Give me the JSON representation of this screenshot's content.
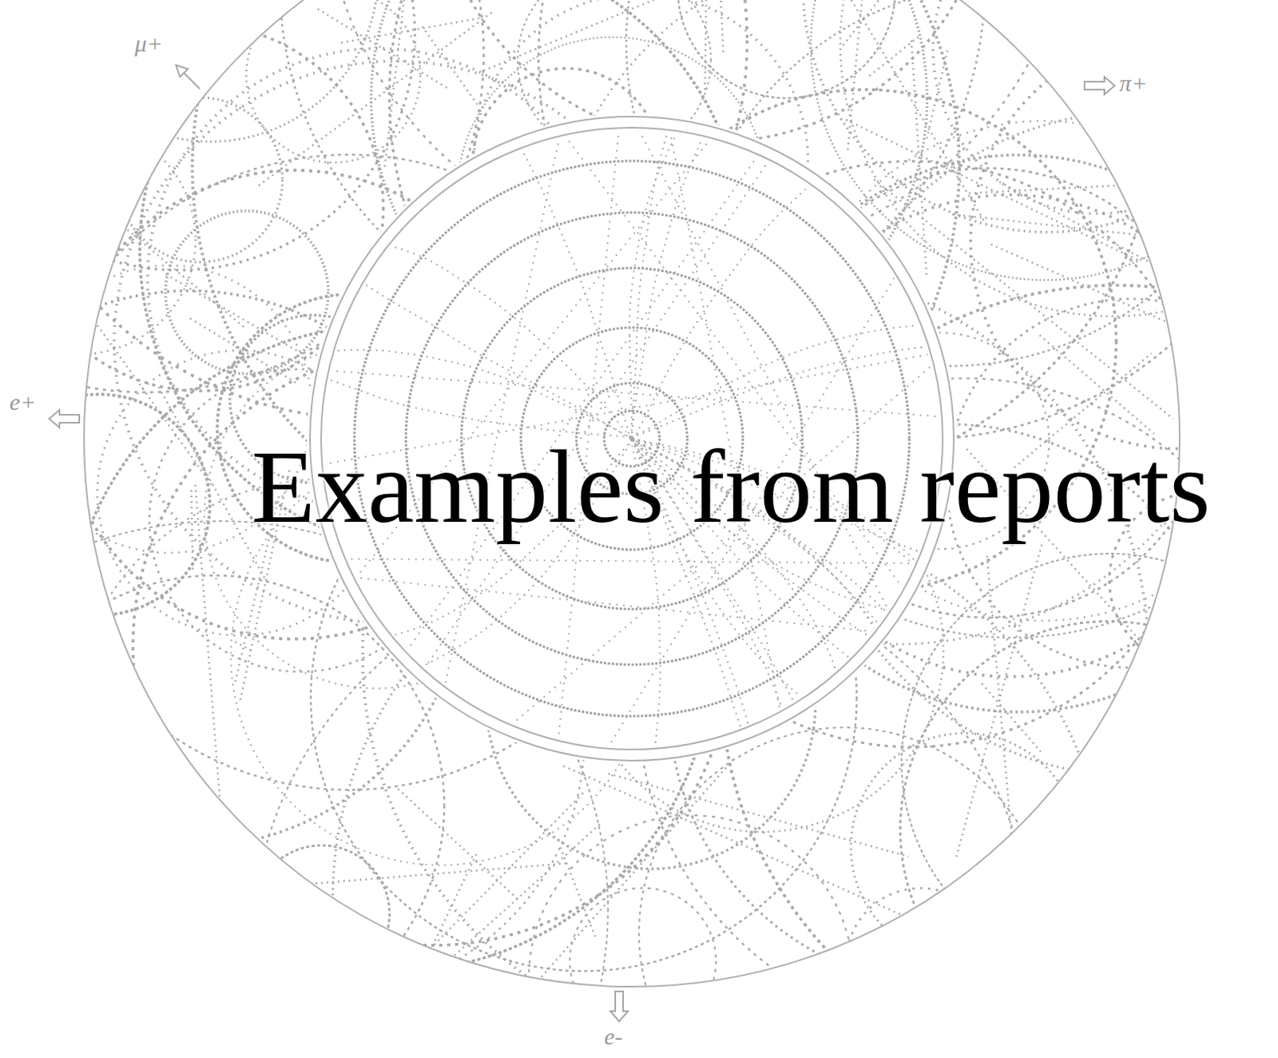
{
  "diagram": {
    "title": "Examples from reports",
    "labels": [
      "μ+",
      "π+",
      "e+",
      "e-"
    ]
  }
}
